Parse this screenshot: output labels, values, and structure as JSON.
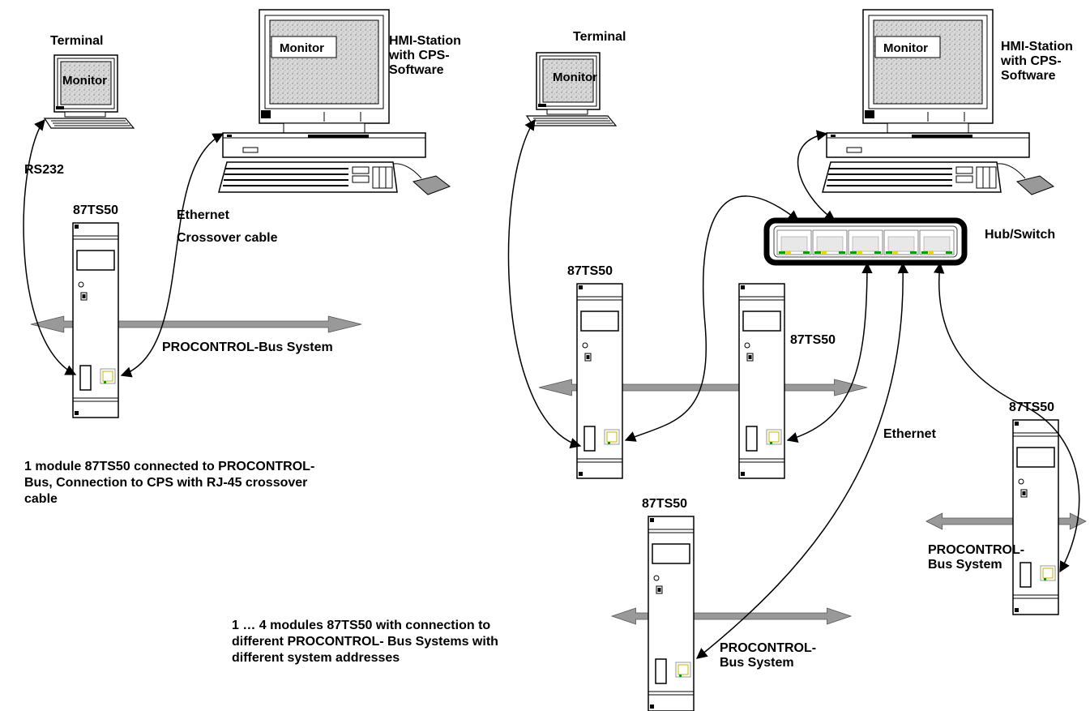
{
  "labels": {
    "terminal_left": "Terminal",
    "terminal_right": "Terminal",
    "hmi_left": [
      "HMI-Station",
      "with CPS-",
      "Software"
    ],
    "hmi_right": [
      "HMI-Station",
      "with CPS-",
      "Software"
    ],
    "monitor": "Monitor",
    "rs232": "RS232",
    "ethernet_left": "Ethernet",
    "crossover": "Crossover cable",
    "hub": "Hub/Switch",
    "ethernet_right": "Ethernet",
    "module": "87TS50",
    "bus_left": "PROCONTROL-Bus System",
    "bus_right_a": [
      "PROCONTROL-",
      "Bus System"
    ],
    "bus_right_b": [
      "PROCONTROL-",
      "Bus System"
    ],
    "caption_left": [
      "1 module 87TS50 connected to PROCONTROL-",
      "Bus, Connection to CPS with RJ-45 crossover",
      "cable"
    ],
    "caption_right": [
      "1 … 4 modules 87TS50 with connection to",
      "different PROCONTROL- Bus Systems with",
      "different system addresses"
    ]
  },
  "icons": {
    "terminal": "terminal-icon",
    "workstation": "hmi-workstation-icon",
    "module": "module-87ts50-icon",
    "switch": "hub-switch-icon",
    "bus": "double-arrow-icon"
  },
  "colors": {
    "bus_arrow": "#999999",
    "line": "#000000",
    "port_green": "#00a000",
    "port_yellow": "#e8d800"
  }
}
